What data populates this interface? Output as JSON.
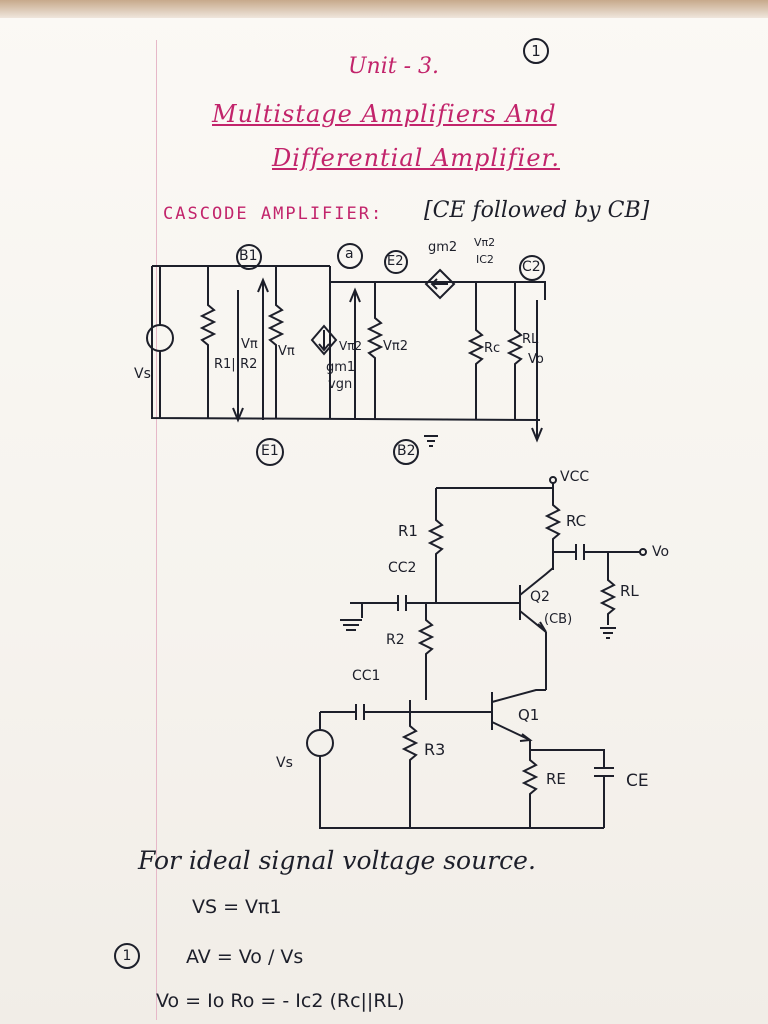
{
  "page_number": "1",
  "unit": "Unit - 3.",
  "title": {
    "line1": "Multistage Amplifiers And",
    "line2": "Differential Amplifier."
  },
  "section": {
    "label": "CASCODE AMPLIFIER:",
    "note": "[CE followed by CB]"
  },
  "small_signal_circuit": {
    "node_b1": "B1",
    "node_a": "a",
    "node_e2": "E2",
    "node_c2": "C2",
    "node_e1": "E1",
    "node_b2": "B2",
    "source": "Vs",
    "r_parallel": "R1||R2",
    "vpi1_a": "Vπ",
    "vpi1_b": "Vπ",
    "vpi2_a": "Vπ2",
    "vpi2_b": "Vπ2",
    "gm1": "gm1",
    "vgn": "vgn",
    "gm2": "gm2",
    "vpi2_top": "Vπ2",
    "ic2": "IC2",
    "rc": "Rc",
    "rl": "RL",
    "vo": "Vo"
  },
  "cascode_circuit": {
    "vcc": "VCC",
    "r1": "R1",
    "rc": "RC",
    "vo": "Vo",
    "cc2": "CC2",
    "q2": "Q2",
    "cb": "(CB)",
    "rl": "RL",
    "r2": "R2",
    "cc1": "CC1",
    "q1": "Q1",
    "vs": "Vs",
    "r3": "R3",
    "re": "RE",
    "ce": "CE"
  },
  "notes": {
    "line1": "For ideal signal voltage source.",
    "eq1": "VS = Vπ1",
    "marker": "1",
    "eq2": "AV = Vo / Vs",
    "eq3": "Vo = Io Ro = - Ic2 (Rc||RL)"
  }
}
